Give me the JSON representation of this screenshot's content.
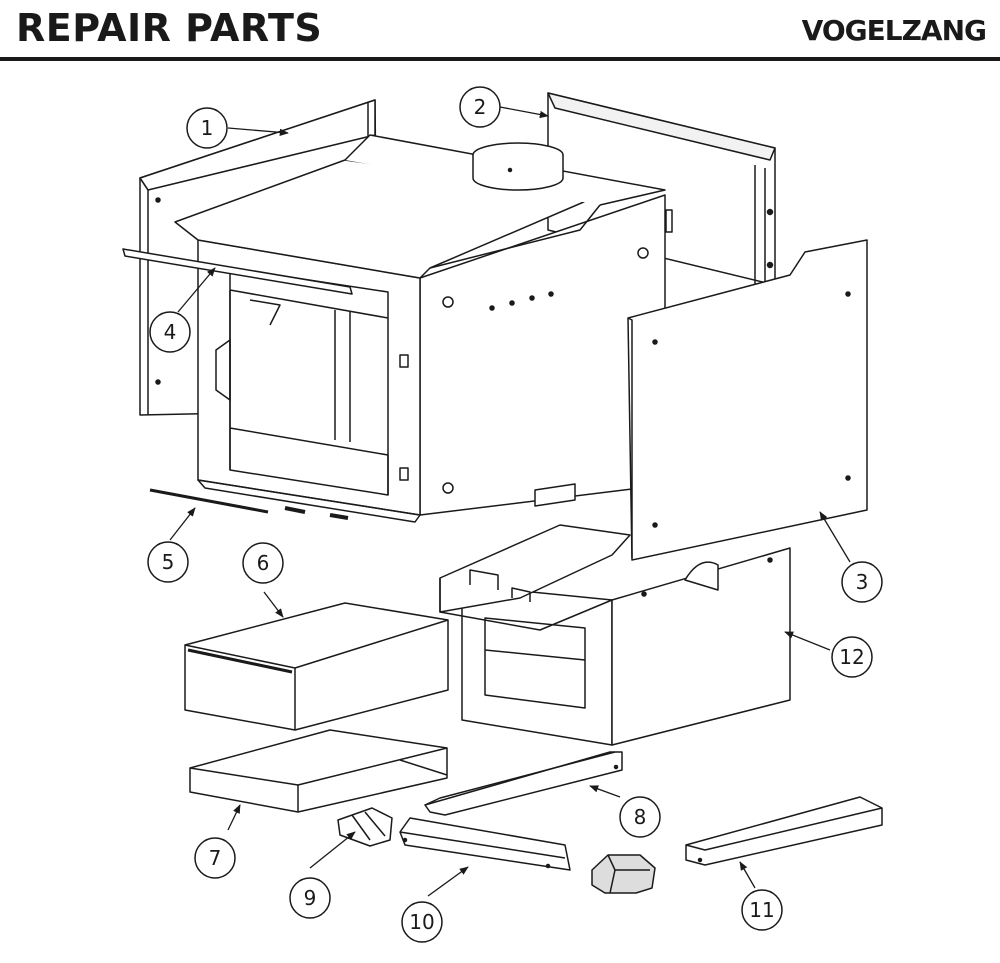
{
  "header": {
    "title": "REPAIR PARTS",
    "brand": "VOGELZANG"
  },
  "colors": {
    "line": "#1a1a1a",
    "fill": "#ffffff",
    "shade": "#e6e6e6",
    "dark": "#333333"
  },
  "callouts": [
    {
      "id": "1",
      "label": "1"
    },
    {
      "id": "2",
      "label": "2"
    },
    {
      "id": "3",
      "label": "3"
    },
    {
      "id": "4",
      "label": "4"
    },
    {
      "id": "5",
      "label": "5"
    },
    {
      "id": "6",
      "label": "6"
    },
    {
      "id": "7",
      "label": "7"
    },
    {
      "id": "8",
      "label": "8"
    },
    {
      "id": "9",
      "label": "9"
    },
    {
      "id": "10",
      "label": "10"
    },
    {
      "id": "11",
      "label": "11"
    },
    {
      "id": "12",
      "label": "12"
    }
  ]
}
